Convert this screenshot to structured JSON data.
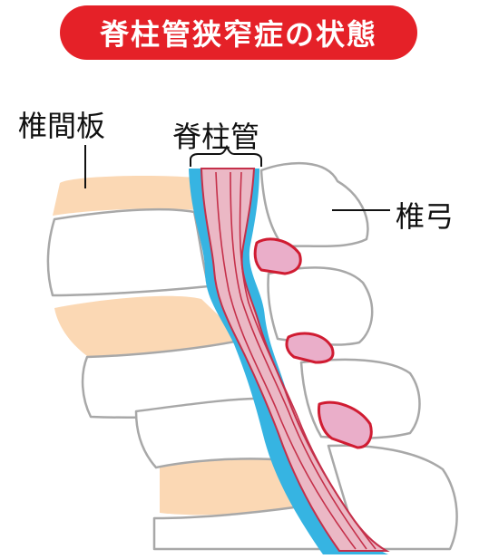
{
  "title": "脊柱管狭窄症の状態",
  "labels": {
    "intervertebral_disc": "椎間板",
    "spinal_canal": "脊柱管",
    "vertebral_arch": "椎弓"
  },
  "colors": {
    "title_bg": "#e52128",
    "disc": "#fbd8b4",
    "bone_outline": "#a8a8a8",
    "csf": "#36b4e2",
    "cord_fill": "#ebb8c5",
    "cord_line": "#c5304a",
    "ligament_fill": "#eaaec9",
    "ligament_outline": "#d01c32"
  }
}
